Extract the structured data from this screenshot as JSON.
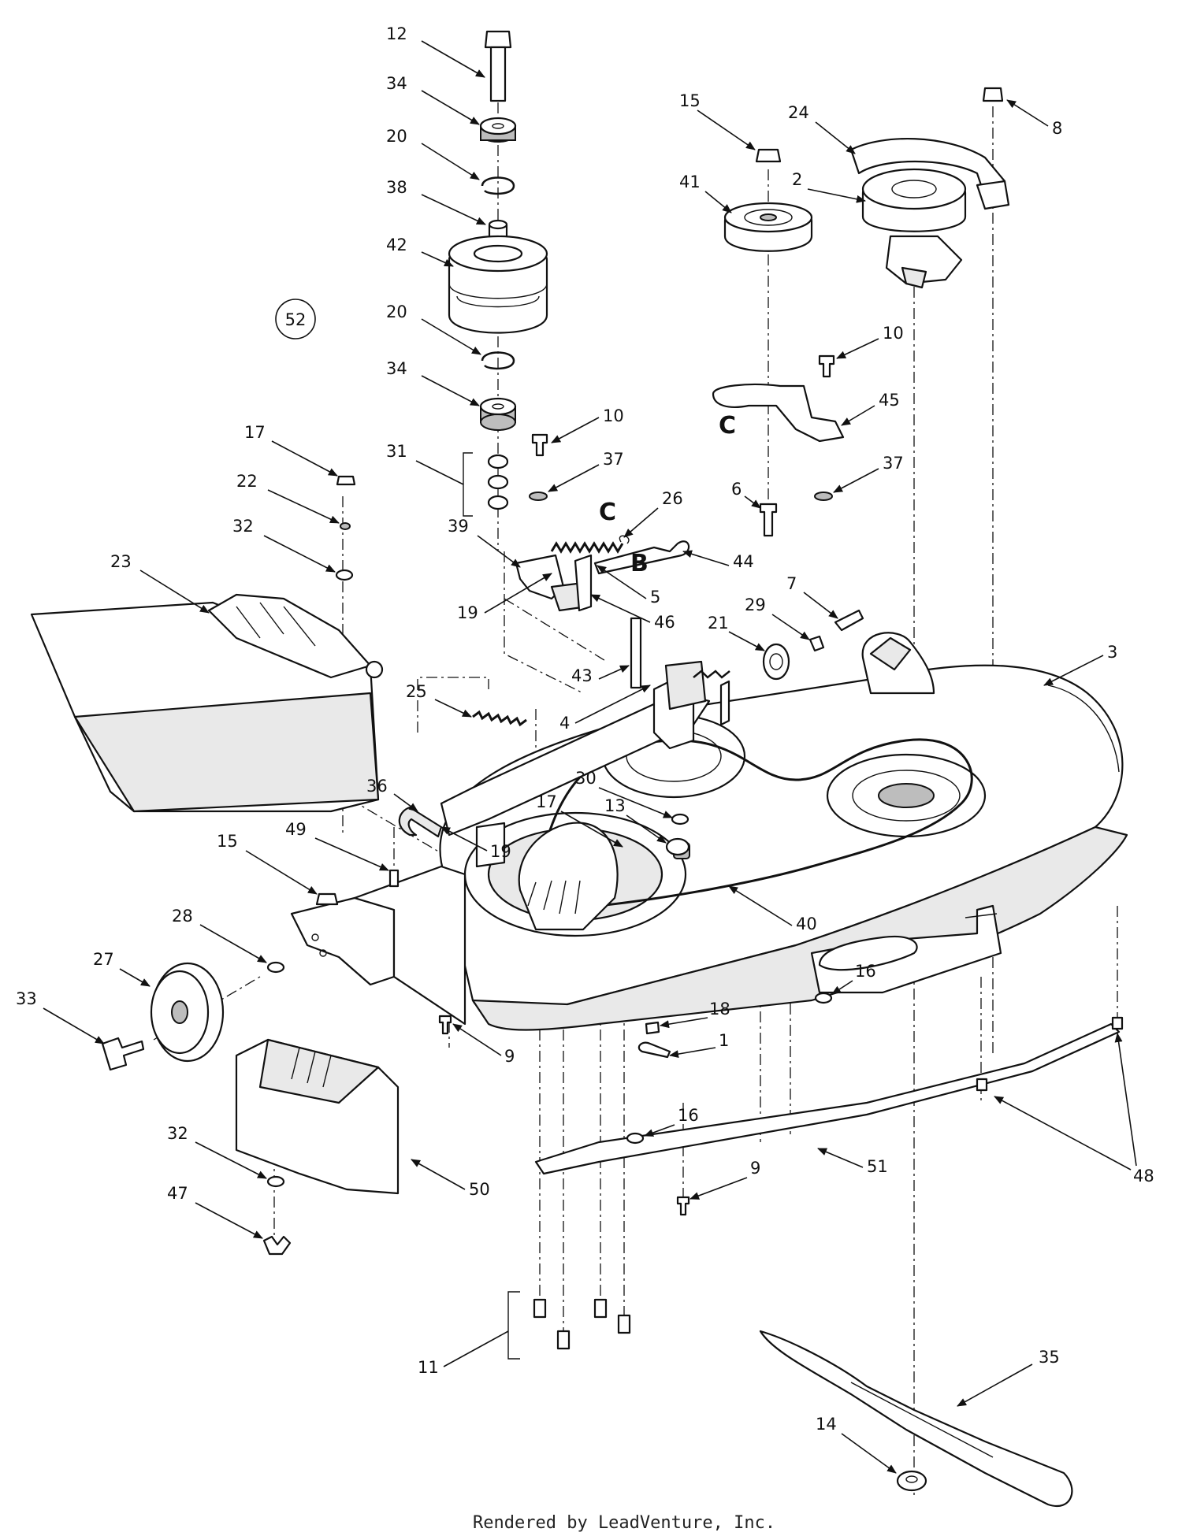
{
  "footer": "Rendered by LeadVenture, Inc.",
  "ref_circle": "52",
  "letters": [
    "C",
    "C",
    "B"
  ],
  "callouts": [
    "12",
    "34",
    "20",
    "38",
    "42",
    "52",
    "20",
    "34",
    "31",
    "17",
    "22",
    "32",
    "23",
    "25",
    "36",
    "15",
    "49",
    "28",
    "27",
    "33",
    "32",
    "47",
    "50",
    "10",
    "37",
    "39",
    "26",
    "19",
    "5",
    "46",
    "44",
    "43",
    "4",
    "21",
    "29",
    "7",
    "30",
    "17",
    "13",
    "19",
    "40",
    "18",
    "1",
    "9",
    "16",
    "9",
    "16",
    "11",
    "51",
    "48",
    "3",
    "15",
    "41",
    "24",
    "2",
    "8",
    "10",
    "45",
    "6",
    "37",
    "35",
    "14"
  ],
  "colors": {
    "ink": "#111111",
    "paper": "#ffffff",
    "shade": "#e9e9e9"
  }
}
